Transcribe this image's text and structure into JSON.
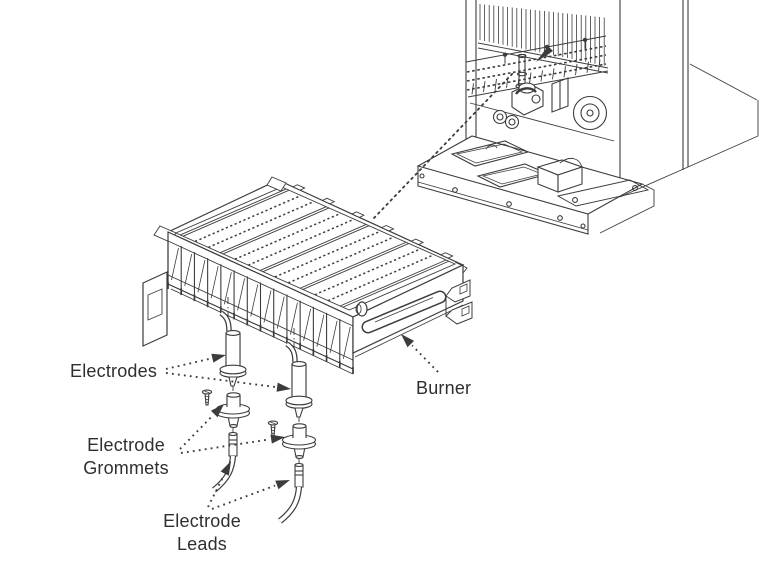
{
  "figure": {
    "background_color": "#ffffff",
    "line_color": "#3c3c3c",
    "text_color": "#2f2f2f",
    "callouts": {
      "electrodes": {
        "label": "Electrodes"
      },
      "electrode_grommets": {
        "line1": "Electrode",
        "line2": "Grommets"
      },
      "electrode_leads": {
        "line1": "Electrode",
        "line2": "Leads"
      },
      "burner": {
        "label": "Burner"
      }
    },
    "parts_depicted": [
      "boiler-unit",
      "burner-assembly",
      "electrodes",
      "electrode-grommets",
      "electrode-leads",
      "mounting-screws"
    ]
  }
}
